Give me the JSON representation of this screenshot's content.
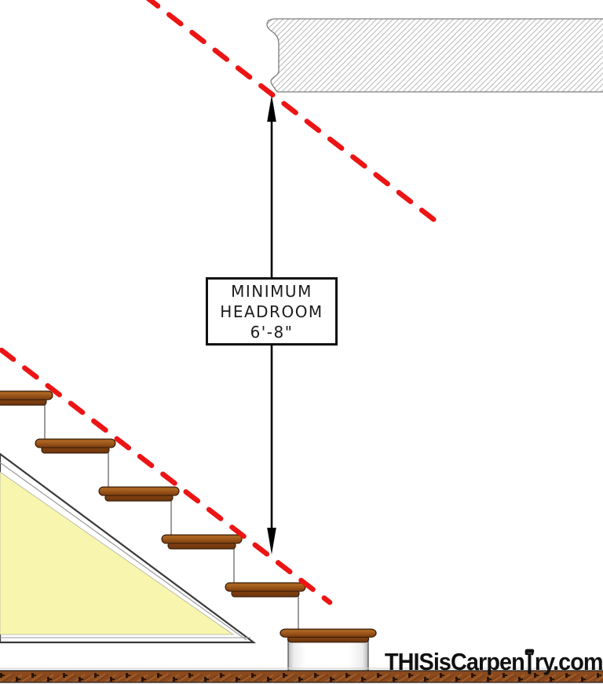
{
  "diagram": {
    "type": "stair-headroom-section",
    "label_box": {
      "line1": "MINIMUM",
      "line2": "HEADROOM",
      "line3": "6'-8\""
    },
    "logo": {
      "full_text": "THISisCarpenTry.com",
      "text_before_hammer": "THISisCarpen",
      "text_after_hammer": "ry.com"
    },
    "colors": {
      "red_dashed_line": "#ec1414",
      "triangle_yellow": "#f8f5ae",
      "tread_brown": "#8a4614",
      "floor_brown": "#8a4a1e",
      "hatch_gray": "#b8b8b8",
      "arrow_black": "#000000"
    }
  }
}
